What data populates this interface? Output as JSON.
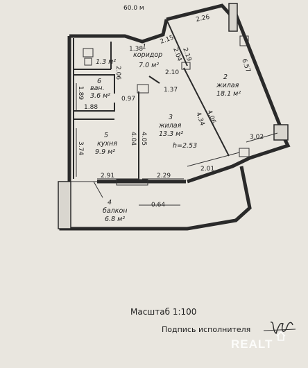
{
  "header_area": "60.0 м",
  "rooms": [
    {
      "number": "1",
      "name": "коридор",
      "area": "7.0 м²"
    },
    {
      "number": "2",
      "name": "жилая",
      "area": "18.1 м²"
    },
    {
      "number": "3",
      "name": "жилая",
      "area": "13.3 м²"
    },
    {
      "number": "4",
      "name": "балкон",
      "area": "6.8 м²"
    },
    {
      "number": "5",
      "name": "кухня",
      "area": "9.9 м²"
    },
    {
      "number": "6",
      "name": "ван.",
      "area": "3.6 м²"
    },
    {
      "number": "",
      "name": "",
      "area": "1.3 м²"
    }
  ],
  "ceiling_height": "h=2.53",
  "dimensions": [
    "2.26",
    "2.15",
    "2.19",
    "2.04",
    "1.38",
    "6.57",
    "2.10",
    "1.37",
    "0.97",
    "2.06",
    "1.89",
    "1.88",
    "4.04",
    "4.05",
    "4.34",
    "4.06",
    "3.74",
    "3.02",
    "2.01",
    "2.91",
    "2.29",
    "0.64"
  ],
  "scale_label": "Масштаб  1:100",
  "signature_label": "Подпись исполнителя",
  "watermark": "REALT"
}
